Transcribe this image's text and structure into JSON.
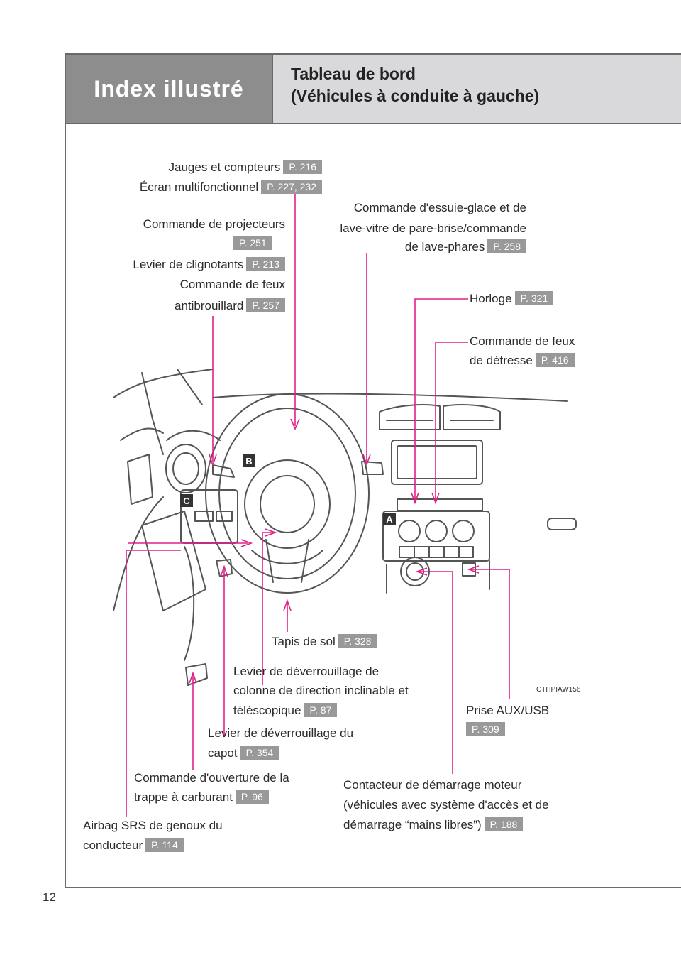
{
  "header": {
    "section_title": "Index illustré",
    "title_line1": "Tableau de bord",
    "title_line2": "(Véhicules à conduite à gauche)"
  },
  "labels": {
    "jauges": {
      "text": "Jauges et compteurs",
      "ref": "P. 216"
    },
    "ecran": {
      "text": "Écran multifonctionnel",
      "ref": "P. 227, 232"
    },
    "projecteurs": {
      "text": "Commande de projecteurs",
      "ref": "P. 251"
    },
    "clignotants": {
      "text": "Levier de clignotants",
      "ref": "P. 213"
    },
    "antibrouillard_l1": "Commande de feux",
    "antibrouillard": {
      "text": "antibrouillard",
      "ref": "P. 257"
    },
    "essuie_l1": "Commande d'essuie-glace et de",
    "essuie_l2": "lave-vitre de pare-brise/commande",
    "essuie": {
      "text": "de lave-phares",
      "ref": "P. 258"
    },
    "horloge": {
      "text": "Horloge",
      "ref": "P. 321"
    },
    "detresse_l1": "Commande de feux",
    "detresse": {
      "text": "de détresse",
      "ref": "P. 416"
    },
    "tapis": {
      "text": "Tapis de sol",
      "ref": "P. 328"
    },
    "colonne_l1": "Levier de déverrouillage de",
    "colonne_l2": "colonne de direction inclinable et",
    "colonne": {
      "text": "téléscopique",
      "ref": "P. 87"
    },
    "capot_l1": "Levier de déverrouillage du",
    "capot": {
      "text": "capot",
      "ref": "P. 354"
    },
    "trappe_l1": "Commande d'ouverture de la",
    "trappe": {
      "text": "trappe à carburant",
      "ref": "P. 96"
    },
    "airbag_l1": "Airbag SRS de genoux du",
    "airbag": {
      "text": "conducteur",
      "ref": "P. 114"
    },
    "prise": {
      "text": "Prise AUX/USB",
      "ref": "P. 309"
    },
    "contacteur_l1": "Contacteur de démarrage moteur",
    "contacteur_l2": "(véhicules avec système d'accès et de",
    "contacteur": {
      "text": "démarrage “mains libres”)",
      "ref": "P. 188"
    }
  },
  "badges": {
    "a": "A",
    "b": "B",
    "c": "C"
  },
  "image_code": "CTHPIAW156",
  "page_number": "12",
  "colors": {
    "leader": "#e0218a",
    "header_dark": "#8d8d8d",
    "header_light": "#d9d9db",
    "ref_bg": "#999999"
  }
}
